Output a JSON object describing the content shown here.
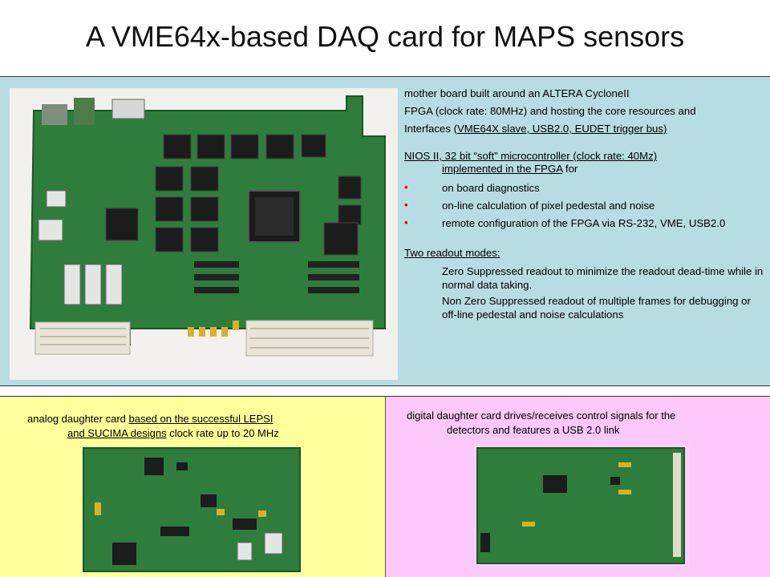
{
  "title": "A VME64x-based DAQ card for MAPS sensors",
  "mother": {
    "line1": "mother board built around an ALTERA CycloneII",
    "line2": "FPGA (clock rate: 80MHz) and hosting the core resources and",
    "line3_pre": "Interfaces (",
    "line3_link": "VME64X slave, USB2.0, EUDET trigger bus)",
    "nios_line1": "NIOS II, 32 bit “soft” microcontroller (clock rate: 40Mz)",
    "nios_line2_link": "implemented in the FPGA",
    "nios_line2_post": " for",
    "bullets": [
      "on board diagnostics",
      "on-line calculation of pixel pedestal and noise",
      "remote configuration of the FPGA via RS-232, VME, USB2.0"
    ],
    "bullet_glyph": "•",
    "readout_heading": "Two readout modes:",
    "readout_modes": [
      "Zero Suppressed readout to minimize the readout dead-time while in normal data taking.",
      "Non Zero Suppressed readout of multiple frames for debugging or off-line pedestal and noise calculations"
    ]
  },
  "analog": {
    "pre": "analog daughter card ",
    "link1": "based on the successful LEPSI",
    "link2": "and SUCIMA designs",
    "post": " clock rate up to 20 MHz"
  },
  "digital": {
    "line1": "digital daughter card drives/receives control signals for the",
    "line2": "detectors and features a USB 2.0 link"
  },
  "colors": {
    "top_panel": "#b7dde3",
    "analog_panel": "#ffff9c",
    "digital_panel": "#fdc8fb",
    "pcb_green": "#2f7d3c",
    "bullet": "#cc0000"
  }
}
